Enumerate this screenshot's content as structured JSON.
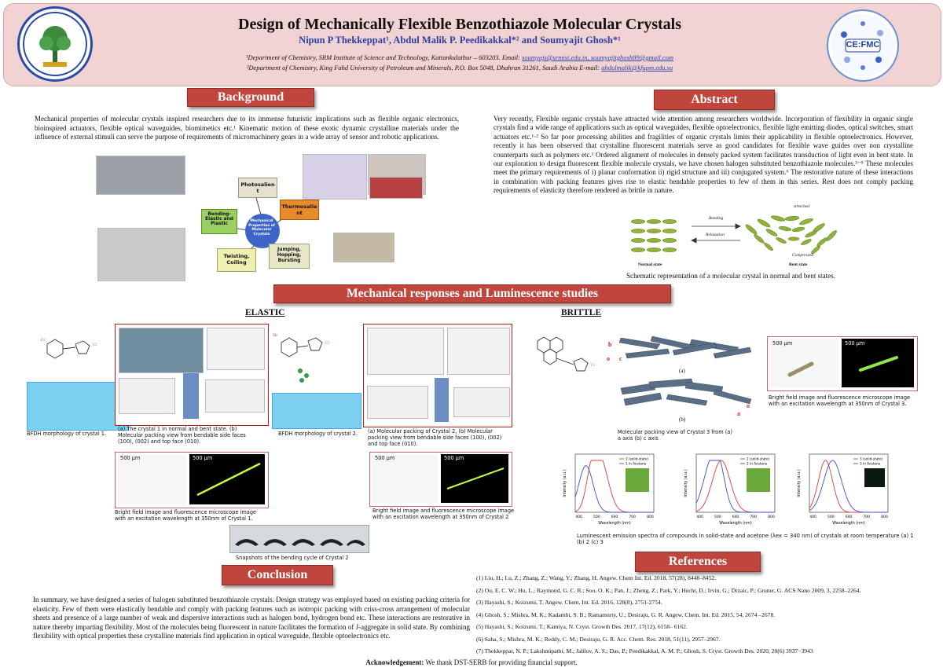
{
  "header": {
    "title": "Design of Mechanically Flexible Benzothiazole Molecular Crystals",
    "authors": "Nipun P Thekkeppat¹, Abdul Malik P. Peedikakkal*² and Soumyajit Ghosh*¹",
    "affil1": "¹Department of Chemistry, SRM Institute of Science and Technology, Kattankulathur – 603203. Email:",
    "affil1_email": "soumyajs@srmist.edu.in, soumyajitghosh89@gmail.com",
    "affil2": "²Department of Chemistry, King Fahd University of Petroleum and Minerals, P.O. Box 5048, Dhahran 31261, Saudi Arabia E-mail:",
    "affil2_email": "abdulmalik@kfupm.edu.sa",
    "logo_right_text": "CE:FMC"
  },
  "background": {
    "heading": "Background",
    "text": "Mechanical properties of molecular crystals inspired researchers due to its immense futuristic implications such as flexible organic electronics, bioinspired actuators, flexible optical waveguides, biomimetics etc.¹ Kinematic motion of these exotic dynamic crystalline materials under the influence of external stimuli can serve the purpose of requirements of micromachinery gears in a wide array of sensor and robotic applications.",
    "center_label": "Mechanical Properties of Molecular Crystals",
    "nodes": [
      "Photosalien t",
      "Thermosalie nt",
      "Jumping, Hopping, Bursting",
      "Twisting, Coiling",
      "Bending-Elastic and Plastic"
    ]
  },
  "abstract": {
    "heading": "Abstract",
    "text": "Very recently, Flexible organic crystals have attracted wide attention among researchers worldwide. Incorporation of flexibility in organic single crystals find a wide range of applications such as optical waveguides, flexible optoelectronics, flexible light emitting diodes, optical switches, smart actuators etc.¹·² So far poor processing abilities and fragilities of organic crystals limits their applicability in flexible optoelectronics. However, recently it has been observed that crystalline fluorescent materials serve as good candidates for flexible wave guides over non crystalline counterparts such as polymers etc.¹ Ordered alignment of molecules in densely packed system facilitates transduction of light even in bent state. In our exploration to design fluorescent flexible molecule crystals, we have chosen halogen substituted benzothiazole molecules.³⁻⁵ These molecules meet the primary requirements of i) planar conformation ii) rigid structure and iii) conjugated system.⁶ The restorative nature of these interactions in combination with packing features gives rise to elastic bendable properties to few of them in this series. Rest does not comply packing requirements of elasticity therefore rendered as brittle in nature.",
    "bending": "Bending",
    "relaxation": "Relaxation",
    "stretched": "stretched",
    "compressed": "Compressed",
    "normal_state": "Normal state",
    "bent_state": "Bent state",
    "caption": "Schematic representation of a molecular crystal in normal and bent states."
  },
  "mech": {
    "heading": "Mechanical responses and Luminescence studies",
    "elastic": "ELASTIC",
    "brittle": "BRITTLE",
    "bfdh1": "BFDH morphology of crystal 1.",
    "bfdh2": "BFDH morphology of crystal 2.",
    "cap1": "(a) The crystal 1 in normal and bent state. (b) Molecular packing view from bendable side faces (100), (002) and top face (010).",
    "cap2": "(a) Molecular packing of Crystal 2, (b) Molecular packing view from bendable side faces (100), (002) and top face (010).",
    "bright1": "Bright field image and fluorescence microscope image with an excitation wavelength at 350nm of Crystal 1.",
    "bright2": "Bright field image and fluorescence microscope image with an excitation wavelength at 350nm of Crystal 2",
    "bright3": "Bright field image and fluorescence microscope image with an excitation wavelength at 350nm of Crystal 3.",
    "packing3": "Molecular packing view of Crystal 3 from (a) a axis (b) c axis",
    "snapshots": "Snapshots of the bending cycle of Crystal 2",
    "spectra_caption": "Luminescent emission spectra of compounds in solid-state and acetone (λex = 340 nm) of crystals at room temperature (a) 1 (b) 2 (c) 3",
    "scale": "500 μm",
    "lbl_a": "(a)",
    "lbl_b": "(b)",
    "axis_b": "b",
    "axis_c": "c",
    "axis_o": "o",
    "axis_a": "a"
  },
  "spectra": {
    "xlabel": "Wavelength (nm)",
    "ylabel": "Intensity (a.u.)",
    "legends": [
      [
        "1 (solid-state)",
        "1 in Acetone"
      ],
      [
        "2 (solid-state)",
        "2 in Acetone"
      ],
      [
        "3 (solid-state)",
        "3 in Acetone"
      ]
    ],
    "ticks": [
      "400",
      "500",
      "600",
      "700",
      "800"
    ],
    "colors": {
      "solid": "#e23b3b",
      "acetone": "#3a4fd6"
    }
  },
  "conclusion": {
    "heading": "Conclusion",
    "text": "In summary, we have designed a series of halogen substituted benzothiazole crystals. Design strategy was employed based on existing packing criteria for elasticity. Few of them were elastically bendable and comply with packing features such as isotropic packing with criss-cross arrangement of molecular sheets and presence of a large number of weak and dispersive interactions such as halogen bond, hydrogen bond etc. These interactions are restorative in nature thereby imparting flexibility. Most of the molecules being fluorescent in nature facilitates the formation of J-aggregate in solid state. By combining flexibility with optical properties these crystalline materials find application in optical waveguide, flexible optoelectronics etc."
  },
  "references": {
    "heading": "References",
    "items": [
      "(1) Liu, H.; Lu, Z.; Zhang, Z.; Wang, Y.; Zhang, H. Angew. Chem Int. Ed. 2018, 57(28), 8448–8452.",
      "(2) Ou, E. C. W.; Hu, L.; Raymond, G. C. R.; Soo, O. K.; Pan, J.; Zheng, Z.; Park, Y.; Hecht, D.; Irvin, G.; Drzaic, P.; Gruner, G. ACS Nano 2009, 3, 2258–2264.",
      "(3) Hayashi, S.; Koizumi, T. Angew. Chem. Int. Ed. 2016, 128(8), 2751-2754.",
      "(4) Ghosh, S.; Mishra, M. K.; Kadambi, S. B.; Ramamurty, U.; Desiraju, G. R. Angew. Chem. Int. Ed. 2015, 54, 2674 –2678.",
      "(5) Hayashi, S.; Koizumi, T.; Kamiya, N. Cryst. Growth Des. 2017, 17(12), 6158– 6162.",
      "(6) Saha, S.; Mishra, M. K.; Reddy, C. M.; Desiraju, G. R. Acc. Chem. Res. 2018, 51(11), 2957–2967.",
      "(7) Thekkeppat, N. P.; Lakshmipathi, M.; Jalilov, A. S.; Das, P.; Peedikakkal, A. M. P.; Ghosh, S. Cryst. Growth Des. 2020, 20(6) 3937−3943"
    ]
  },
  "ack": {
    "label": "Acknowledgement:",
    "text": " We thank DST-SERB for providing financial support."
  }
}
